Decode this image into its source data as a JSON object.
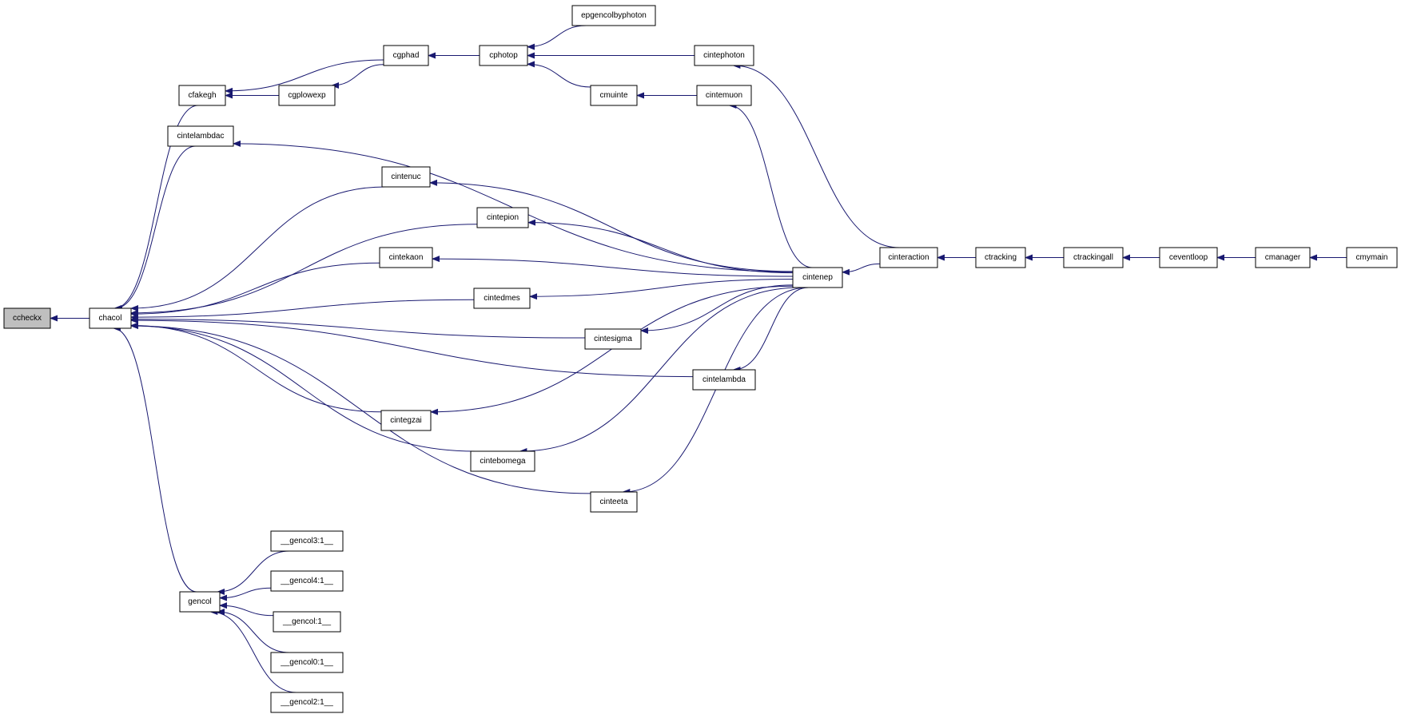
{
  "diagram": {
    "edge_color": "#191970",
    "highlight_fill": "#bfbfbf",
    "nodes": {
      "ccheckx": "ccheckx",
      "chacol": "chacol",
      "cfakegh": "cfakegh",
      "cintelambdac": "cintelambdac",
      "cintenuc": "cintenuc",
      "cintepion": "cintepion",
      "cintekaon": "cintekaon",
      "cintedmes": "cintedmes",
      "cintesigma": "cintesigma",
      "cintelambda": "cintelambda",
      "cintegzai": "cintegzai",
      "cintebomega": "cintebomega",
      "cinteeta": "cinteeta",
      "gencol": "gencol",
      "gencol3": "__gencol3:1__",
      "gencol4": "__gencol4:1__",
      "gencol_1": "__gencol:1__",
      "gencol0": "__gencol0:1__",
      "gencol2": "__gencol2:1__",
      "cgphad": "cgphad",
      "cgplowexp": "cgplowexp",
      "cphotop": "cphotop",
      "epgencolbyphoton": "epgencolbyphoton",
      "cmuinte": "cmuinte",
      "cintephoton": "cintephoton",
      "cintemuon": "cintemuon",
      "cintenep": "cintenep",
      "cinteraction": "cinteraction",
      "ctracking": "ctracking",
      "ctrackingall": "ctrackingall",
      "ceventloop": "ceventloop",
      "cmanager": "cmanager",
      "cmymain": "cmymain"
    },
    "edges": [
      [
        "chacol",
        "ccheckx"
      ],
      [
        "cfakegh",
        "chacol"
      ],
      [
        "cintelambdac",
        "chacol"
      ],
      [
        "cintenuc",
        "chacol"
      ],
      [
        "cintepion",
        "chacol"
      ],
      [
        "cintekaon",
        "chacol"
      ],
      [
        "cintedmes",
        "chacol"
      ],
      [
        "cintesigma",
        "chacol"
      ],
      [
        "cintelambda",
        "chacol"
      ],
      [
        "cintegzai",
        "chacol"
      ],
      [
        "cintebomega",
        "chacol"
      ],
      [
        "cinteeta",
        "chacol"
      ],
      [
        "gencol",
        "chacol"
      ],
      [
        "gencol3",
        "gencol"
      ],
      [
        "gencol4",
        "gencol"
      ],
      [
        "gencol_1",
        "gencol"
      ],
      [
        "gencol0",
        "gencol"
      ],
      [
        "gencol2",
        "gencol"
      ],
      [
        "cgphad",
        "cfakegh"
      ],
      [
        "cgplowexp",
        "cfakegh"
      ],
      [
        "cgphad",
        "cgplowexp"
      ],
      [
        "cphotop",
        "cgphad"
      ],
      [
        "epgencolbyphoton",
        "cphotop"
      ],
      [
        "cintephoton",
        "cphotop"
      ],
      [
        "cmuinte",
        "cphotop"
      ],
      [
        "cintemuon",
        "cmuinte"
      ],
      [
        "cintenep",
        "cintelambdac"
      ],
      [
        "cintenep",
        "cintenuc"
      ],
      [
        "cintenep",
        "cintepion"
      ],
      [
        "cintenep",
        "cintekaon"
      ],
      [
        "cintenep",
        "cintedmes"
      ],
      [
        "cintenep",
        "cintesigma"
      ],
      [
        "cintenep",
        "cintelambda"
      ],
      [
        "cintenep",
        "cintegzai"
      ],
      [
        "cintenep",
        "cintebomega"
      ],
      [
        "cintenep",
        "cinteeta"
      ],
      [
        "cintenep",
        "cintemuon"
      ],
      [
        "cinteraction",
        "cintephoton"
      ],
      [
        "cinteraction",
        "cintenep"
      ],
      [
        "ctracking",
        "cinteraction"
      ],
      [
        "ctrackingall",
        "ctracking"
      ],
      [
        "ceventloop",
        "ctrackingall"
      ],
      [
        "cmanager",
        "ceventloop"
      ],
      [
        "cmymain",
        "cmanager"
      ]
    ]
  }
}
